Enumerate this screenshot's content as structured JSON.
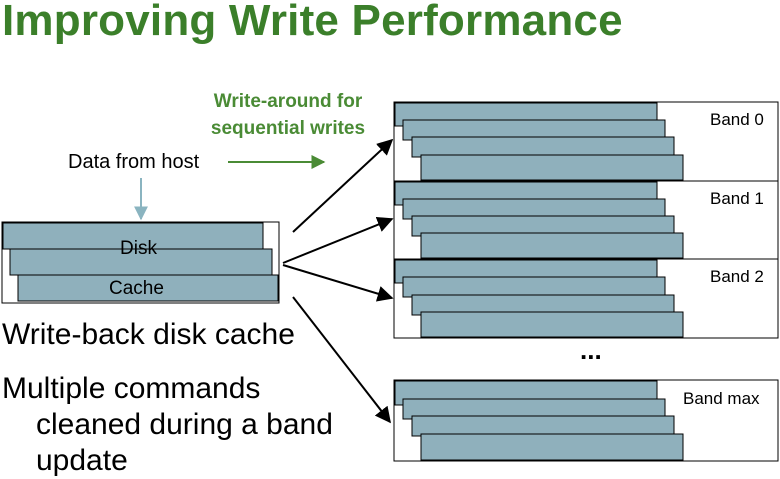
{
  "title": "Improving Write Performance",
  "write_around_label_line1": "Write-around for",
  "write_around_label_line2": "sequential writes",
  "data_from_host": "Data from host",
  "cache": {
    "line1": "Disk",
    "line2": "Cache"
  },
  "writeback_text": "Write-back disk cache",
  "multiple_line1": "Multiple commands",
  "multiple_line2": "cleaned during a band",
  "multiple_line3": "update",
  "bands": [
    "Band 0",
    "Band 1",
    "Band 2",
    "Band max"
  ],
  "ellipsis": "...",
  "colors": {
    "title_green": "#3b7f2a",
    "label_green": "#4a8b35",
    "platter_fill": "#8fb0bc",
    "arrow_blue": "#8ab4c0"
  }
}
